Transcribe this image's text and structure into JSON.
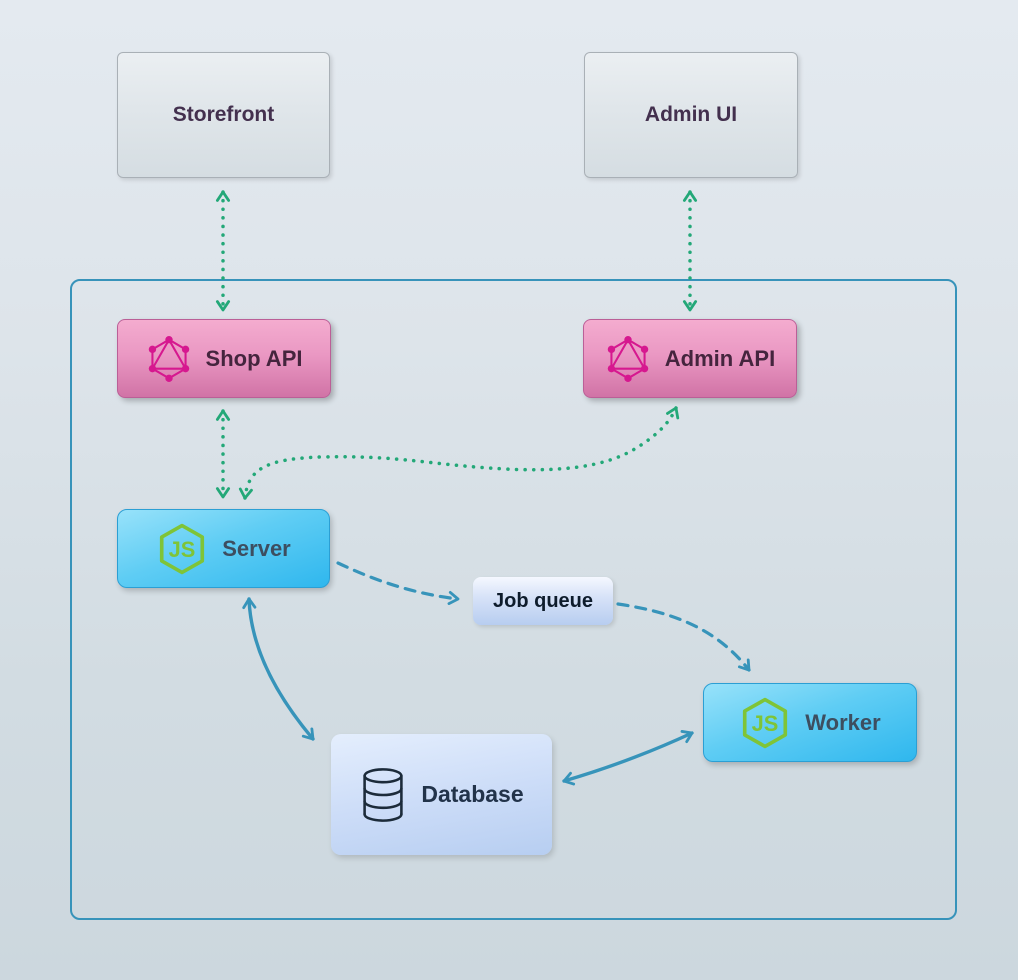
{
  "diagram": {
    "nodes": {
      "storefront": {
        "label": "Storefront",
        "icon": null
      },
      "admin_ui": {
        "label": "Admin UI",
        "icon": null
      },
      "shop_api": {
        "label": "Shop API",
        "icon": "graphql-icon"
      },
      "admin_api": {
        "label": "Admin API",
        "icon": "graphql-icon"
      },
      "server": {
        "label": "Server",
        "icon": "nodejs-icon"
      },
      "job_queue": {
        "label": "Job queue",
        "icon": null
      },
      "worker": {
        "label": "Worker",
        "icon": "nodejs-icon"
      },
      "database": {
        "label": "Database",
        "icon": "database-icon"
      }
    },
    "edges": [
      {
        "from": "Storefront",
        "to": "Shop API",
        "direction": "bidirectional",
        "style": "dotted",
        "color": "#23a878"
      },
      {
        "from": "Admin UI",
        "to": "Admin API",
        "direction": "bidirectional",
        "style": "dotted",
        "color": "#23a878"
      },
      {
        "from": "Shop API",
        "to": "Server",
        "direction": "bidirectional",
        "style": "dotted",
        "color": "#23a878"
      },
      {
        "from": "Server",
        "to": "Admin API",
        "direction": "bidirectional",
        "style": "dotted",
        "color": "#23a878"
      },
      {
        "from": "Server",
        "to": "Job queue",
        "direction": "forward",
        "style": "dashed",
        "color": "#3794ba"
      },
      {
        "from": "Job queue",
        "to": "Worker",
        "direction": "forward",
        "style": "dashed",
        "color": "#3794ba"
      },
      {
        "from": "Server",
        "to": "Database",
        "direction": "bidirectional",
        "style": "solid",
        "color": "#3794ba"
      },
      {
        "from": "Database",
        "to": "Worker",
        "direction": "bidirectional",
        "style": "solid",
        "color": "#3794ba"
      }
    ],
    "colors": {
      "background_top": "#e4eaf0",
      "background_bottom": "#ccd7de",
      "container_border": "#3793ba",
      "green_edge": "#23a878",
      "blue_edge": "#3794ba",
      "graphql_pink": "#d6188f",
      "nodejs_green": "#76b82f",
      "api_box": "#e793c0",
      "nodejs_box": "#4cc3f1",
      "external_box": "#e0e6ea",
      "queue_box": "#ccdaf5",
      "database_box": "#cdddf8"
    }
  }
}
